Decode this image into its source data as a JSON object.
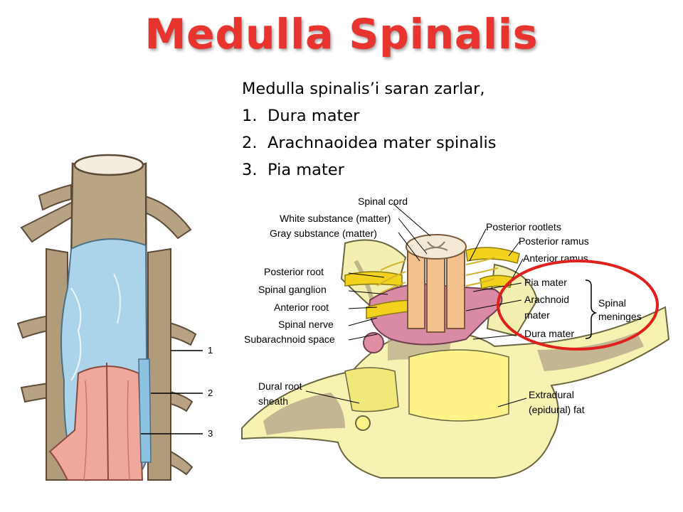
{
  "slide": {
    "title": "Medulla Spinalis",
    "intro": "Medulla spinalis’i saran zarlar,",
    "list": [
      {
        "num": "1.",
        "text": "Dura mater"
      },
      {
        "num": "2.",
        "text": "Arachnaoidea mater spinalis"
      },
      {
        "num": "3.",
        "text": "Pia mater"
      }
    ]
  },
  "left_figure": {
    "labels": [
      "1",
      "2",
      "3"
    ]
  },
  "right_figure": {
    "labels": {
      "spinal_cord": "Spinal cord",
      "white_substance": "White substance (matter)",
      "gray_substance": "Gray substance (matter)",
      "posterior_rootlets": "Posterior rootlets",
      "posterior_ramus": "Posterior ramus",
      "anterior_ramus": "Anterior ramus",
      "posterior_root": "Posterior root",
      "spinal_ganglion": "Spinal ganglion",
      "anterior_root": "Anterior root",
      "spinal_nerve": "Spinal nerve",
      "subarachnoid_space": "Subarachnoid space",
      "pia_mater": "Pia mater",
      "arachnoid": "Arachnoid",
      "mater": "mater",
      "dura_mater": "Dura mater",
      "spinal": "Spinal",
      "meninges": "meninges",
      "dural_root": "Dural root",
      "sheath": "sheath",
      "extradural": "Extradural",
      "epidural_fat": "(epidural) fat"
    }
  },
  "colors": {
    "title": "#e8332f",
    "highlight_circle": "#e0201c",
    "bone": "#f6f2b2",
    "cord": "#f3c08e",
    "dura": "#d98aa5",
    "nerve": "#f2d21c",
    "arachnoid_blue": "#a9d3ea",
    "pia_pink": "#f0a79b",
    "tan": "#b8a58a"
  }
}
